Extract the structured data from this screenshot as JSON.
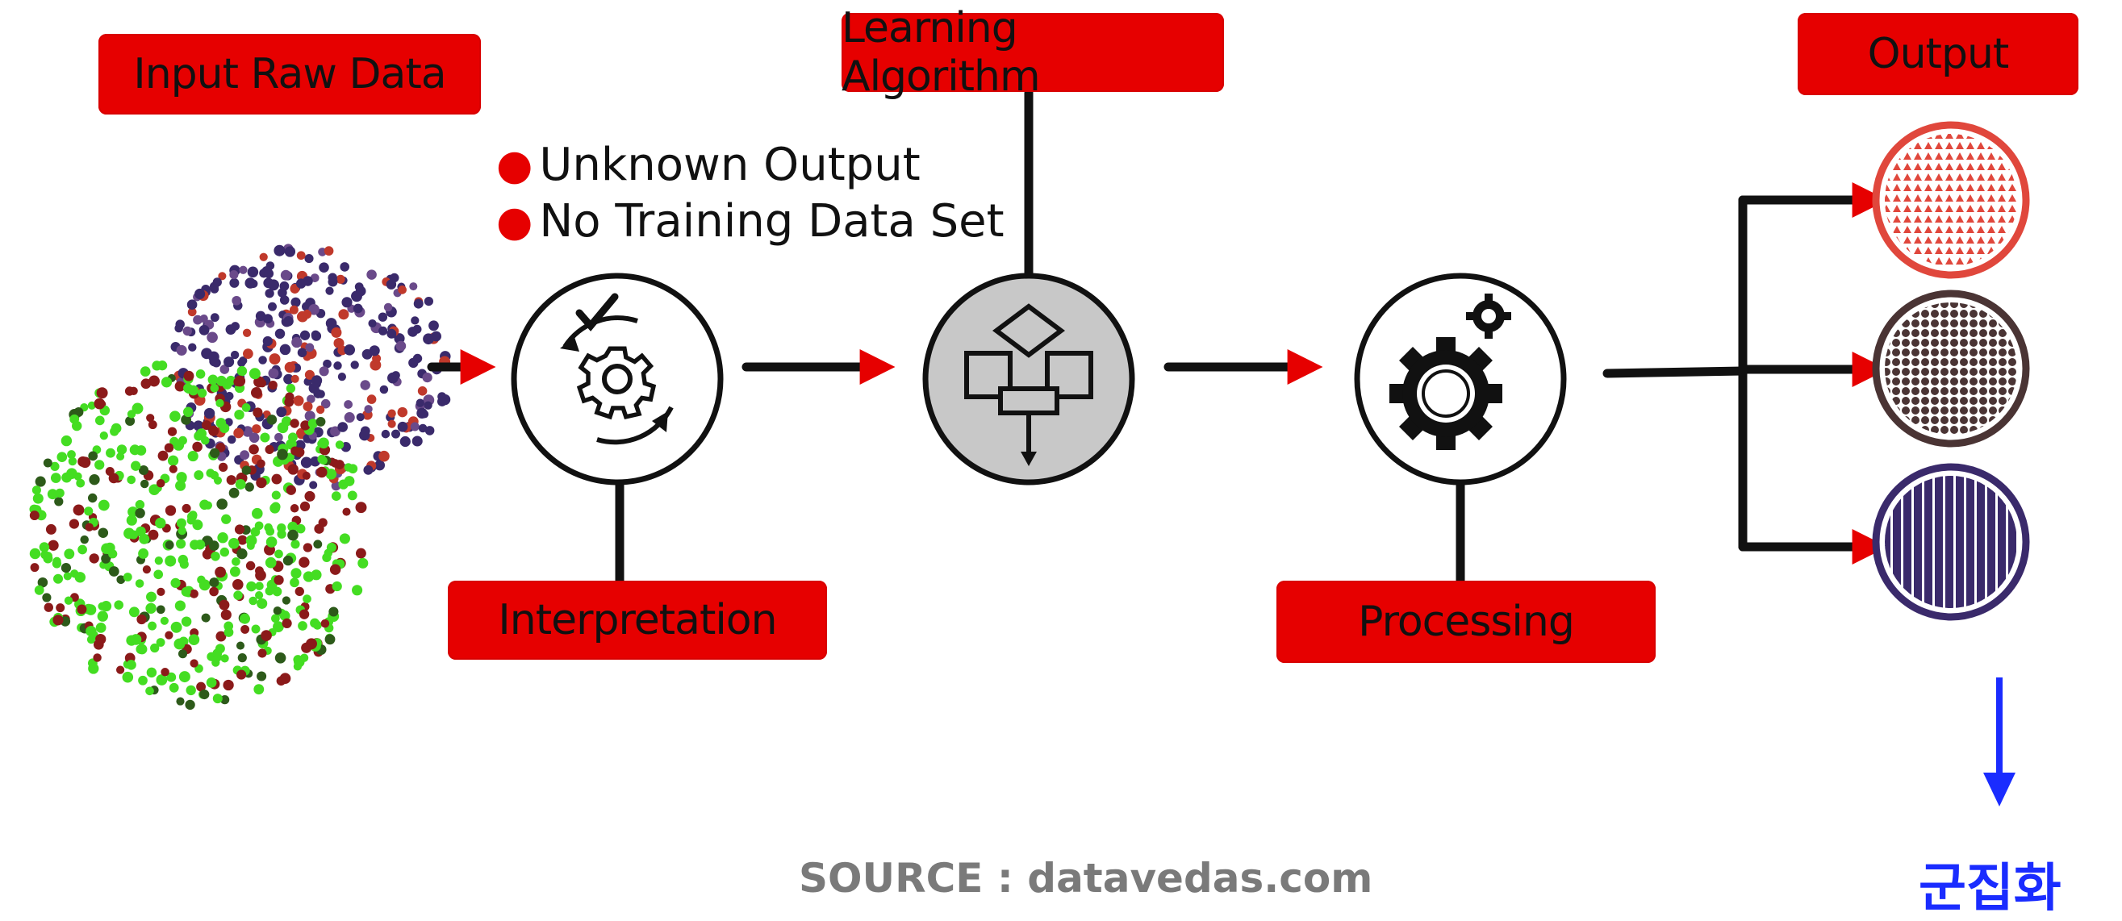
{
  "labels": {
    "input_raw_data": "Input Raw Data",
    "learning_algorithm": "Learning Algorithm",
    "output": "Output",
    "interpretation": "Interpretation",
    "processing": "Processing"
  },
  "bullets": [
    "Unknown Output",
    "No Training Data Set"
  ],
  "source": "SOURCE : datavedas.com",
  "annotation": "군집화",
  "colors": {
    "accent_red": "#e60000",
    "line_black": "#111111",
    "annotation_blue": "#1a2cff",
    "cluster_green": "#44dd22",
    "cluster_darkred": "#8b1a1a",
    "cluster_navy": "#3a2a6b",
    "output_red": "#e0473c",
    "output_brown": "#4a3434",
    "output_purple": "#3a2a6b"
  },
  "icons": [
    "gear-cycle-check-icon",
    "flowchart-icon",
    "gear-settings-icon",
    "scatter-triangles-icon",
    "scatter-dots-icon",
    "scatter-squares-icon",
    "arrow-down-icon"
  ]
}
